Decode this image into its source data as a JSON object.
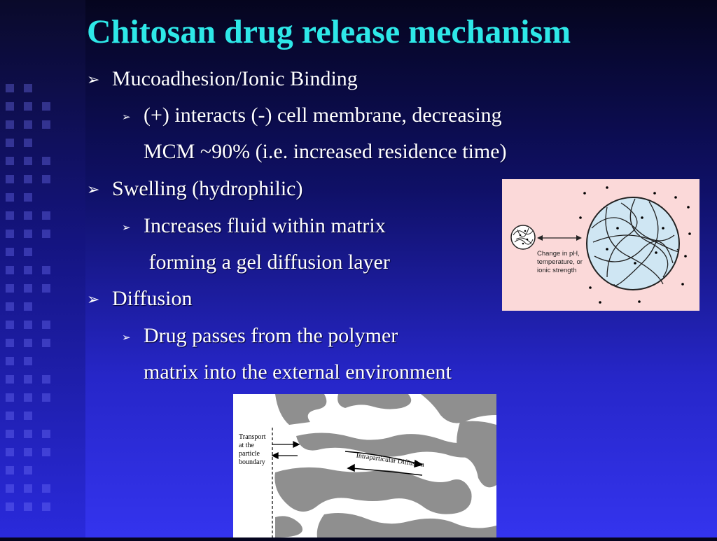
{
  "slide": {
    "title": "Chitosan drug release mechanism",
    "bullets": [
      {
        "text": "Mucoadhesion/Ionic Binding",
        "sub": [
          "(+) interacts (-) cell membrane, decreasing",
          "MCM ~90% (i.e. increased residence time)"
        ]
      },
      {
        "text": "Swelling (hydrophilic)",
        "sub": [
          "Increases fluid within matrix",
          " forming a gel diffusion layer"
        ]
      },
      {
        "text": "Diffusion",
        "sub": [
          "Drug passes from the polymer",
          "matrix into the external environment"
        ]
      }
    ]
  },
  "figures": {
    "swelling": {
      "label_lines": [
        "Change in pH,",
        "temperature, or",
        "ionic strength"
      ]
    },
    "diffusion": {
      "transport_lines": [
        "Transport",
        "at the",
        "particle",
        "boundary"
      ],
      "intraparticular": "Intraparticular Diffusion"
    }
  },
  "colors": {
    "title": "#2ee8e8",
    "text": "#ffffff",
    "figure_bg": "#fbd9d9",
    "gel_fill": "#cfe6f3"
  },
  "icons": {
    "level1_bullet": "arrowhead-icon",
    "level2_bullet": "small-arrowhead-icon"
  }
}
